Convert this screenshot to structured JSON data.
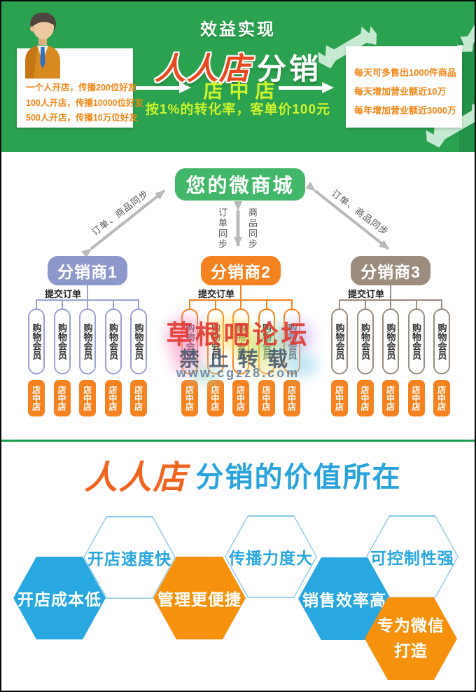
{
  "colors": {
    "banner_green": "#2ba24f",
    "mall_green": "#42b76a",
    "brand_red": "#e8481e",
    "yellow_green": "#cdf32c",
    "card_text_orange": "#f08617",
    "distributor1_purple": "#8e97ca",
    "distributor2_orange": "#f58220",
    "distributor3_taupe": "#9b8c7e",
    "hex_blue": "#29a7e0",
    "hex_orange": "#f6910e",
    "footer_blue": "#29a3dc",
    "footer_brand_orange": "#f0641f",
    "watermark_red": "#e03830"
  },
  "header": {
    "title": "效益实现",
    "left_card": {
      "line1": "一个人开店，传播200位好友",
      "line2": "100人开店，传播10000位好友",
      "line3": "500人开店，传播10万位好友"
    },
    "brand": "人人店",
    "brand_suffix": "分销",
    "tagline": "店中店",
    "formula": "按1%的转化率，客单价100元",
    "right_card": {
      "line1": "每天可多售出1000件商品",
      "line2": "每天增加营业额近10万",
      "line3": "每年增加营业额近3000万"
    }
  },
  "diagram": {
    "root_label": "您的微商城",
    "sync_order_vertical": "订单同步",
    "sync_goods_vertical": "商品同步",
    "sync_diagonal": "订单、商品同步",
    "submit_label": "提交订单",
    "member_label": "购物会员",
    "store_label": "店中店",
    "distributors": [
      {
        "name": "分销商1"
      },
      {
        "name": "分销商2"
      },
      {
        "name": "分销商3"
      }
    ]
  },
  "watermark": {
    "title": "草根吧论坛",
    "notice": "禁止转载",
    "url": "www.cgzz8.com"
  },
  "footer": {
    "brand": "人人店",
    "title": "分销的价值所在",
    "hexagons": [
      {
        "label": "开店成本低",
        "style": "blue"
      },
      {
        "label": "开店速度快",
        "style": "outline"
      },
      {
        "label": "管理更便捷",
        "style": "orange"
      },
      {
        "label": "传播力度大",
        "style": "outline"
      },
      {
        "label": "销售效率高",
        "style": "blue"
      },
      {
        "label": "可控制性强",
        "style": "outline"
      },
      {
        "label": "专为微信打造",
        "line1": "专为微信",
        "line2": "打造",
        "style": "orange"
      }
    ]
  }
}
